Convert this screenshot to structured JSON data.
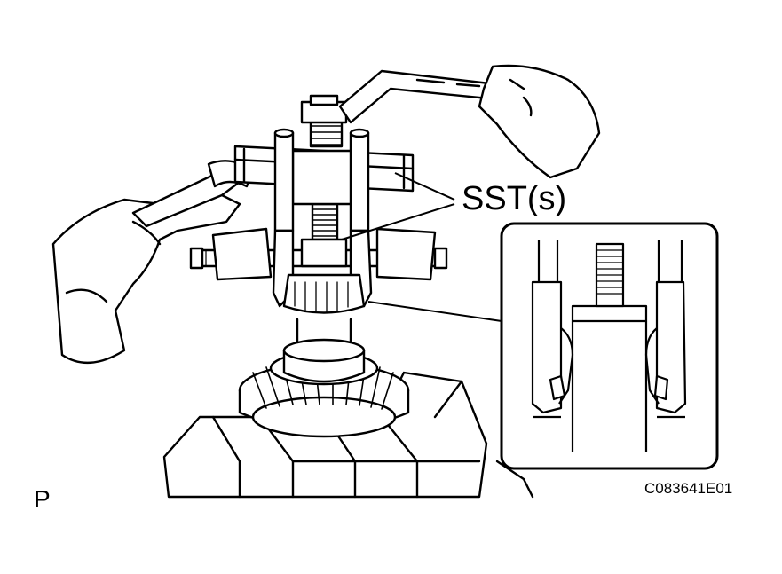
{
  "callout_label": "SST(s)",
  "view_marker": "P",
  "figure_code": "C083641E01",
  "colors": {
    "ink": "#000000",
    "paper": "#ffffff"
  }
}
